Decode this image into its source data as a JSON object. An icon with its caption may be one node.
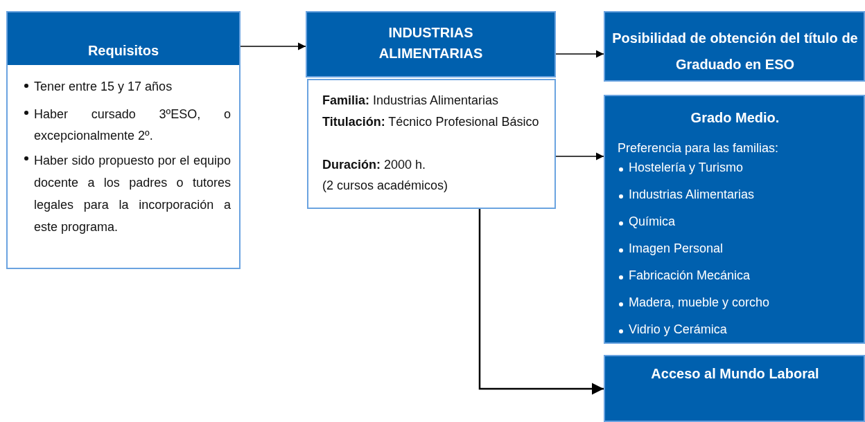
{
  "diagram": {
    "nodes": [
      {
        "text": [
          "Requisitos",
          "Tener entre 15 y 17 años",
          "Haber cursado 3ºESO, o excepcionalmente 2º.",
          "Haber sido propuesto por el equipo docente a los padres o tutores legales para la incorporación a este programa."
        ]
      },
      {
        "text": [
          "INDUSTRIAS ALIMENTARIAS"
        ]
      },
      {
        "text": [
          "**Familia:** Industrias Alimentarias",
          "**Titulación:** Técnico Profesional Básico",
          "**Duración:** 2000 h.",
          "(2 cursos académicos)"
        ]
      },
      {
        "text": [
          "Posibilidad de obtención del título de Graduado en ESO"
        ]
      },
      {
        "text": [
          "Grado Medio.",
          "Preferencia para las familias:",
          "Hostelería y Turismo",
          "Industrias Alimentarias",
          "Química",
          "Imagen Personal",
          "Fabricación Mecánica",
          "Madera, mueble y corcho",
          "Vidrio y Cerámica"
        ]
      },
      {
        "text": [
          "Acceso al Mundo Laboral"
        ]
      }
    ],
    "edges": [
      {
        "from": 0,
        "to": 1,
        "arrow": "to"
      },
      {
        "from": 1,
        "to": 3,
        "arrow": "to"
      },
      {
        "from": 2,
        "to": 4,
        "arrow": "to"
      },
      {
        "from": 2,
        "to": 5,
        "arrow": "to"
      }
    ]
  }
}
